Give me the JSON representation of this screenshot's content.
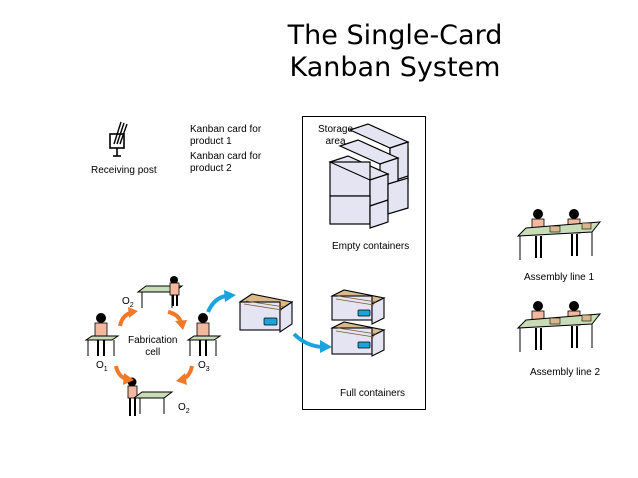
{
  "title": {
    "line1": "The Single-Card",
    "line2": "Kanban System"
  },
  "receiving_post": {
    "label": "Receiving post"
  },
  "kanban_cards": {
    "card1_line1": "Kanban card for",
    "card1_line2": "product 1",
    "card2_line1": "Kanban card for",
    "card2_line2": "product 2"
  },
  "storage": {
    "label_line1": "Storage",
    "label_line2": "area",
    "empty_label": "Empty containers",
    "full_label": "Full containers"
  },
  "assembly": {
    "line1_label": "Assembly line 1",
    "line2_label": "Assembly line 2"
  },
  "fabrication": {
    "label_line1": "Fabrication",
    "label_line2": "cell",
    "op_top": "O",
    "op_top_sub": "2",
    "op_left": "O",
    "op_left_sub": "1",
    "op_right": "O",
    "op_right_sub": "3",
    "op_bottom": "O",
    "op_bottom_sub": "2"
  },
  "colors": {
    "arrow_blue": "#1aa3dc",
    "arrow_orange": "#f07a2a",
    "container_fill": "#e4e4f2",
    "table_green": "#c8dcb8",
    "shirt": "#f4b7a0"
  }
}
